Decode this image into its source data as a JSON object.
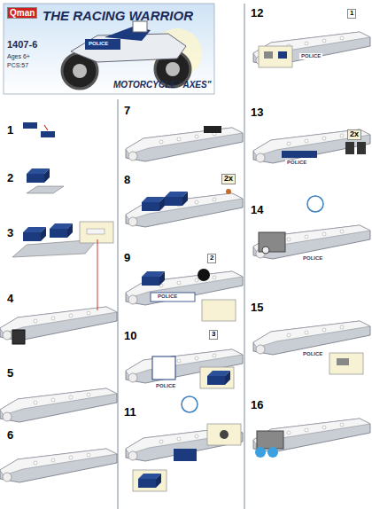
{
  "diagram": {
    "title": "THE RACING WARRIOR",
    "labels": [
      "Qman",
      "1407-6",
      "Ages 6+",
      "PCS:57",
      "MOTORCYCLE \"AXES\"",
      "POLICE",
      "1",
      "2",
      "3",
      "4",
      "5",
      "6",
      "7",
      "8",
      "9",
      "10",
      "11",
      "12",
      "13",
      "14",
      "15",
      "16",
      "2x",
      "2x",
      "1",
      "2",
      "3",
      "POLICE",
      "POLICE",
      "POLICE",
      "POLICE",
      "POLICE",
      "POLICE"
    ]
  }
}
